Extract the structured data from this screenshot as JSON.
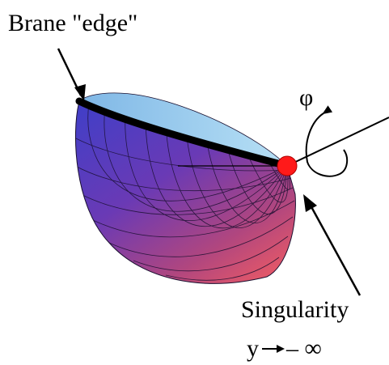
{
  "labels": {
    "brane_edge": "Brane \"edge\"",
    "phi": "φ",
    "singularity": "Singularity",
    "limit_var": "y",
    "limit_value": "– ∞"
  },
  "colors": {
    "surface_top": "#4a3fc2",
    "surface_mid": "#7a3aa8",
    "surface_bottom": "#d9506d",
    "cap_fill": "#9fd0ef",
    "edge_stroke": "#000000",
    "singularity": "#ff1a1a",
    "mesh": "#1a1030"
  },
  "icons": [
    "rotation-arrow-icon",
    "pointer-arrow-icon"
  ]
}
